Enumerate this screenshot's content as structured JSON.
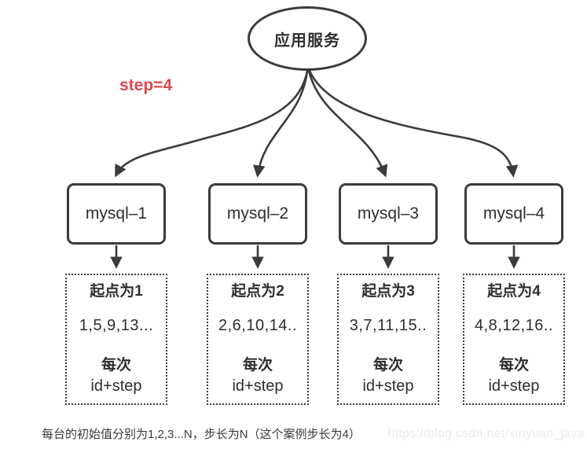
{
  "root_node": {
    "label": "应用服务"
  },
  "step_annotation": {
    "label": "step=4",
    "color": "#e0484f"
  },
  "columns": [
    {
      "db": "mysql–1",
      "start": "起点为1",
      "sequence": "1,5,9,13...",
      "rule_line1": "每次",
      "rule_line2": "id+step"
    },
    {
      "db": "mysql–2",
      "start": "起点为2",
      "sequence": "2,6,10,14..",
      "rule_line1": "每次",
      "rule_line2": "id+step"
    },
    {
      "db": "mysql–3",
      "start": "起点为3",
      "sequence": "3,7,11,15..",
      "rule_line1": "每次",
      "rule_line2": "id+step"
    },
    {
      "db": "mysql–4",
      "start": "起点为4",
      "sequence": "4,8,12,16..",
      "rule_line1": "每次",
      "rule_line2": "id+step"
    }
  ],
  "caption": "每台的初始值分别为1,2,3...N，步长为N（这个案例步长为4）",
  "watermark": "https://blog.csdn.net/xinyuan_java",
  "colors": {
    "stroke": "#3b3b3b",
    "text": "#2e2e2e",
    "accent_red": "#e0484f",
    "watermark_gray": "#e8eaed"
  }
}
